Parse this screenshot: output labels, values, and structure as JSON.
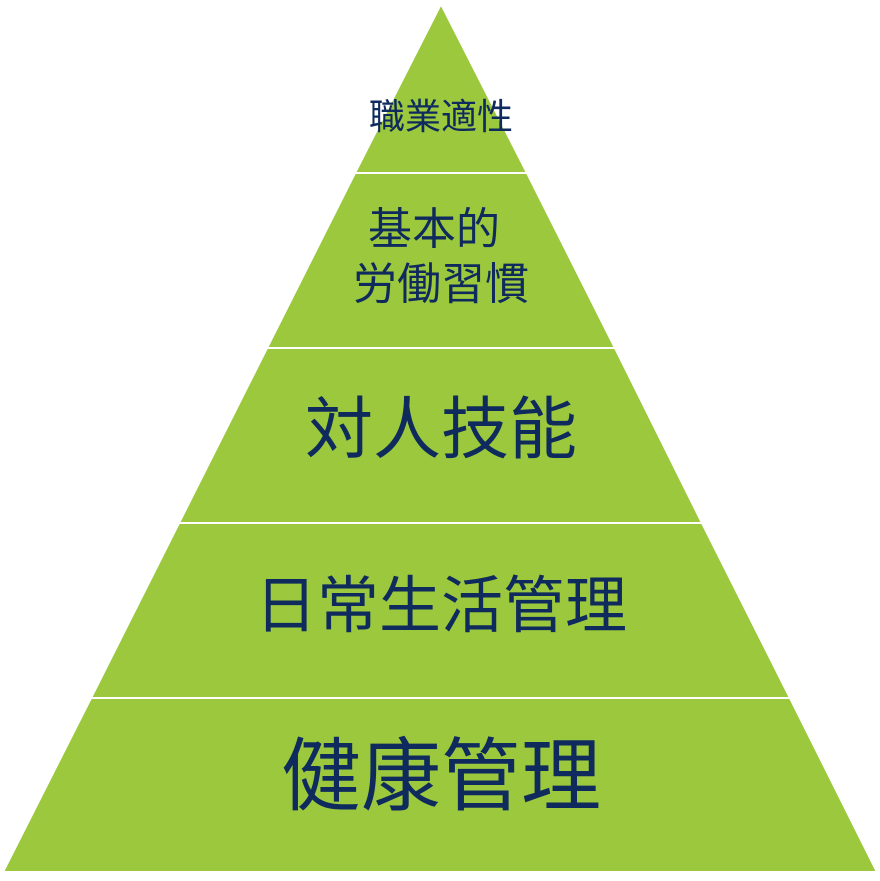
{
  "diagram": {
    "type": "pyramid",
    "fill_color": "#9BC83C",
    "text_color": "#0F2A5C",
    "levels_top_to_bottom": [
      {
        "lines": [
          "職業適性"
        ]
      },
      {
        "lines": [
          "基本的",
          "労働習慣"
        ]
      },
      {
        "lines": [
          "対人技能"
        ]
      },
      {
        "lines": [
          "日常生活管理"
        ]
      },
      {
        "lines": [
          "健康管理"
        ]
      }
    ]
  }
}
